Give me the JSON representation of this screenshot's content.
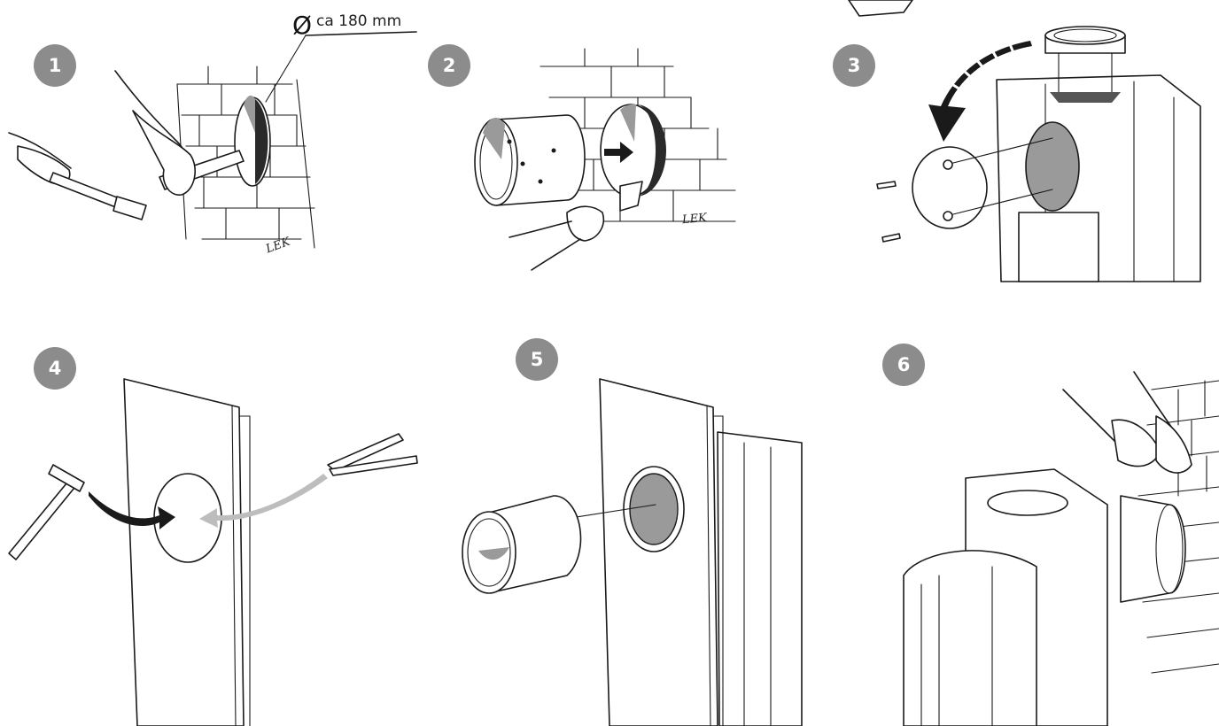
{
  "steps": [
    {
      "number": "1"
    },
    {
      "number": "2"
    },
    {
      "number": "3"
    },
    {
      "number": "4"
    },
    {
      "number": "5"
    },
    {
      "number": "6"
    }
  ],
  "dimension": {
    "symbol": "Ø",
    "label": "ca 180 mm"
  },
  "signature": "LEK",
  "colors": {
    "badge": "#8c8c8c",
    "line": "#1a1a1a",
    "dark_fill": "#2a2a2a",
    "gray_fill": "#9a9a9a",
    "arrow_gray": "#bdbdbd"
  }
}
